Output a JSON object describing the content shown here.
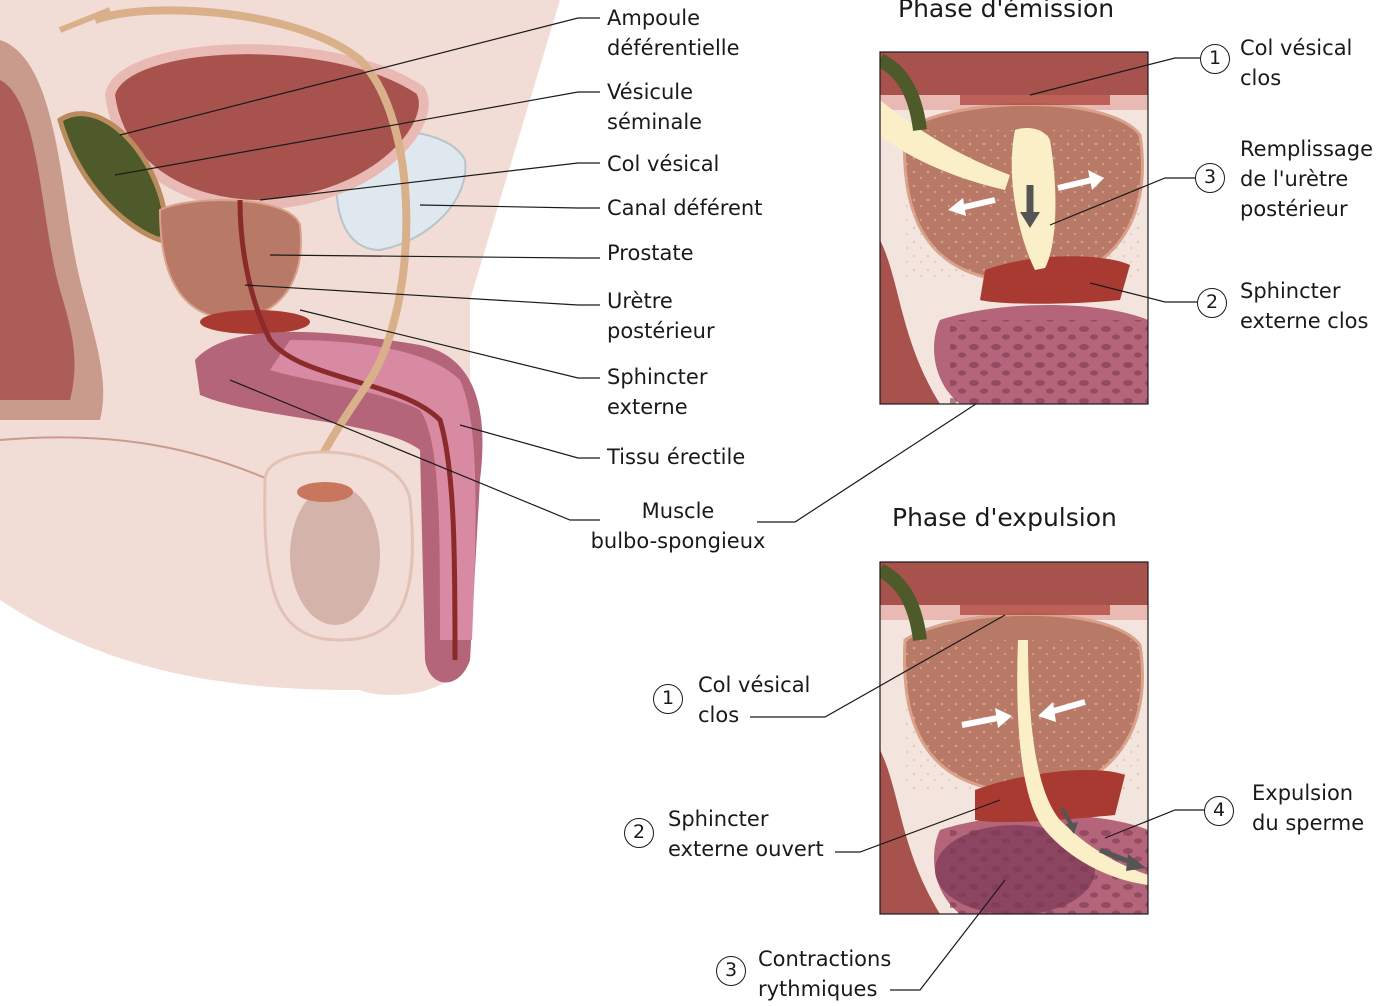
{
  "main_labels": [
    {
      "text": "Ampoule\ndéférentielle"
    },
    {
      "text": "Vésicule\nséminale"
    },
    {
      "text": "Col vésical"
    },
    {
      "text": "Canal déférent"
    },
    {
      "text": "Prostate"
    },
    {
      "text": "Urètre\npostérieur"
    },
    {
      "text": "Sphincter\nexterne"
    },
    {
      "text": "Tissu érectile"
    },
    {
      "text": "Muscle\nbulbo-spongieux"
    }
  ],
  "emission": {
    "title": "Phase d'émission",
    "callouts": [
      {
        "number": "1",
        "text": "Col vésical\nclos"
      },
      {
        "number": "3",
        "text": "Remplissage\nde l'urètre\npostérieur"
      },
      {
        "number": "2",
        "text": "Sphincter\nexterne clos"
      }
    ]
  },
  "expulsion": {
    "title": "Phase d'expulsion",
    "callouts": [
      {
        "number": "1",
        "text": "Col vésical\nclos"
      },
      {
        "number": "2",
        "text": "Sphincter\nexterne ouvert"
      },
      {
        "number": "4",
        "text": "Expulsion\ndu sperme"
      },
      {
        "number": "3",
        "text": "Contractions\nrythmiques"
      }
    ]
  },
  "colors": {
    "skin": "#f2ddd6",
    "tissue": "#c99b8c",
    "bladder": "#a8524d",
    "prostate": "#b87a66",
    "muscle": "#b4657a",
    "erectile": "#d88aa2",
    "vas": "#d9b08a",
    "urethra": "#fbefc8",
    "sphincter": "#a83a32"
  }
}
